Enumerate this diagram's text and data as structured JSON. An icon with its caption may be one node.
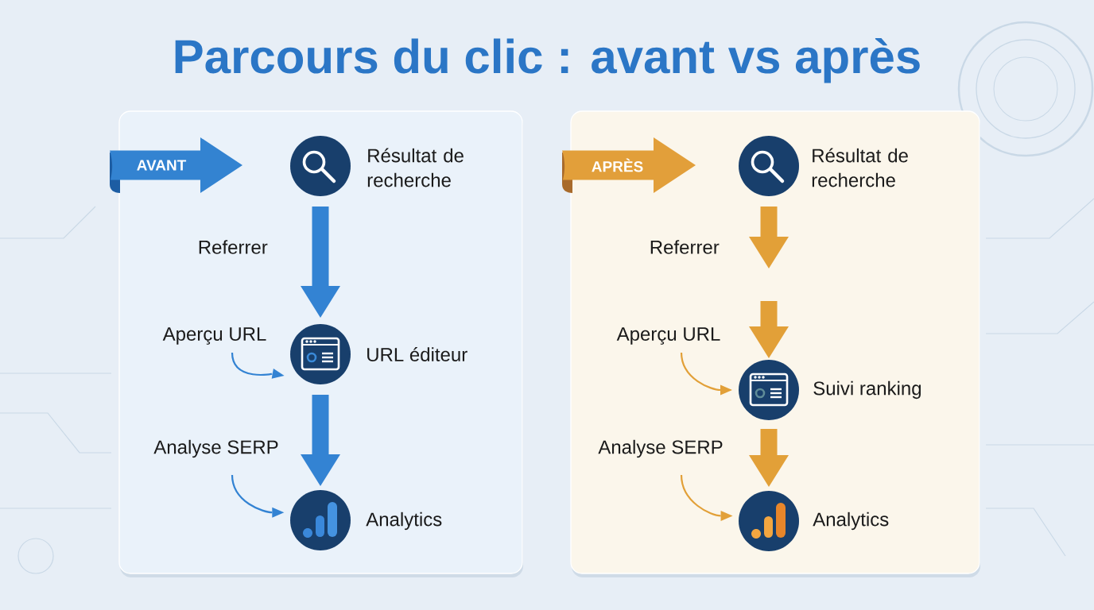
{
  "diagram": {
    "title": "Parcours du clic : avant vs après",
    "nodes": [
      {
        "text": [],
        "shape": "box"
      },
      {
        "text": [
          "AVANT"
        ]
      },
      {
        "text": [],
        "shape": "circle",
        "in": 0,
        "beside": [
          "Résultat de recherche"
        ]
      },
      {
        "text": [
          "Aperçu URL"
        ],
        "in": 0
      },
      {
        "text": [],
        "shape": "circle",
        "in": 0,
        "beside": [
          "URL éditeur"
        ]
      },
      {
        "text": [
          "Analyse SERP"
        ],
        "in": 0
      },
      {
        "text": [],
        "shape": "circle",
        "in": 0,
        "beside": [
          "Analytics"
        ]
      },
      {
        "text": [],
        "shape": "box"
      },
      {
        "text": [
          "APRÈS"
        ]
      },
      {
        "text": [],
        "shape": "circle",
        "in": 7,
        "beside": [
          "Résultat de recherche"
        ]
      },
      {
        "text": [
          "Aperçu URL"
        ],
        "in": 7
      },
      {
        "text": [],
        "shape": "circle",
        "in": 7,
        "beside": [
          "Suivi ranking"
        ]
      },
      {
        "text": [
          "Analyse SERP"
        ],
        "in": 7
      },
      {
        "text": [],
        "shape": "circle",
        "in": 7,
        "beside": [
          "Analytics"
        ]
      }
    ],
    "edges": [
      {
        "from": 2,
        "to": 4,
        "arrow": "to",
        "label": "Referrer",
        "color": "#3383d3"
      },
      {
        "from": 3,
        "to": 4,
        "arrow": "to",
        "color": "#3383d3"
      },
      {
        "from": 4,
        "to": 6,
        "arrow": "to",
        "color": "#3383d3"
      },
      {
        "from": 5,
        "to": 6,
        "arrow": "to",
        "color": "#3383d3"
      },
      {
        "from": 9,
        "to": null,
        "arrow": "to",
        "label": "Referrer",
        "color": "#e2a038"
      },
      {
        "from": null,
        "to": 11,
        "arrow": "to",
        "color": "#e2a038"
      },
      {
        "from": 10,
        "to": 11,
        "arrow": "to",
        "color": "#e2a038"
      },
      {
        "from": 11,
        "to": 13,
        "arrow": "to",
        "color": "#e2a038"
      },
      {
        "from": 12,
        "to": 13,
        "arrow": "to",
        "color": "#e2a038"
      }
    ]
  }
}
